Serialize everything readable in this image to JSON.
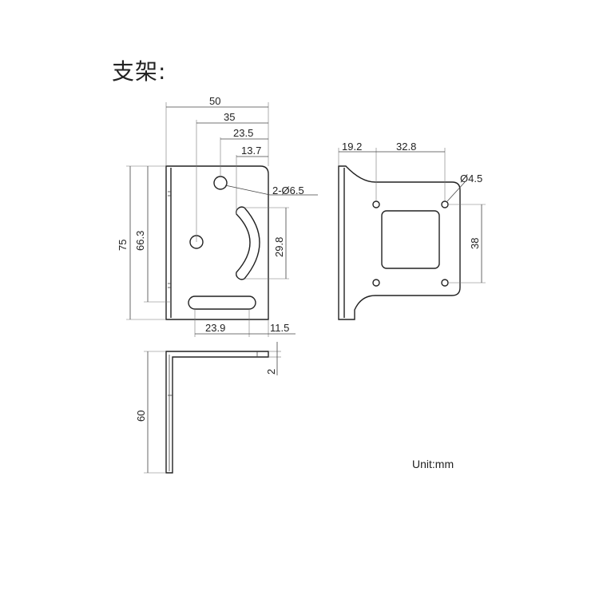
{
  "title": "支架:",
  "unit_note": "Unit:mm",
  "dims": {
    "w50": "50",
    "w35": "35",
    "w23_5": "23.5",
    "w13_7": "13.7",
    "hole_callout": "2-Ø6.5",
    "h75": "75",
    "h66_3": "66.3",
    "h29_8": "29.8",
    "w23_9": "23.9",
    "w11_5": "11.5",
    "h60": "60",
    "t2": "2",
    "w19_2": "19.2",
    "w32_8": "32.8",
    "hole_small": "Ø4.5",
    "h38": "38"
  }
}
